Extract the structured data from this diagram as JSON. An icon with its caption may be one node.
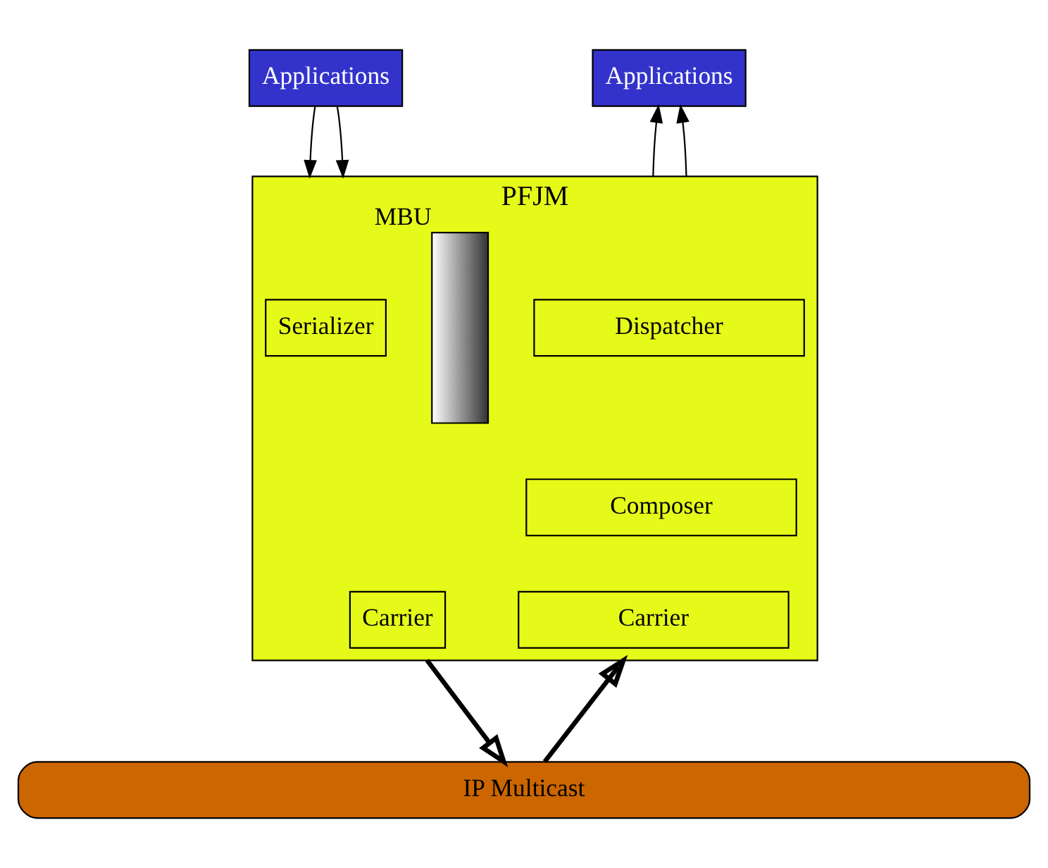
{
  "diagram": {
    "nodes": [
      {
        "text": [
          "Applications"
        ]
      },
      {
        "text": [
          "Applications"
        ]
      },
      {
        "text": [
          "PFJM"
        ]
      },
      {
        "text": [
          "Serializer"
        ],
        "in": 2
      },
      {
        "text": [],
        "shape": "box",
        "beside": [
          "MBU"
        ],
        "in": 2
      },
      {
        "text": [
          "Carrier"
        ],
        "in": 2
      },
      {
        "text": [
          "Dispatcher"
        ],
        "in": 2
      },
      {
        "text": [
          "Composer"
        ],
        "in": 2
      },
      {
        "text": [
          "Carrier"
        ],
        "in": 2
      },
      {
        "text": [
          "IP Multicast"
        ]
      }
    ],
    "edges": [
      {
        "from": 0,
        "to": 2,
        "arrow": "to"
      },
      {
        "from": 0,
        "to": 2,
        "arrow": "to"
      },
      {
        "from": 2,
        "to": 1,
        "arrow": "to"
      },
      {
        "from": 2,
        "to": 1,
        "arrow": "to"
      },
      {
        "from": 2,
        "to": 9,
        "arrow": "to",
        "style": "thick"
      },
      {
        "from": 9,
        "to": 2,
        "arrow": "to",
        "style": "thick"
      }
    ]
  }
}
